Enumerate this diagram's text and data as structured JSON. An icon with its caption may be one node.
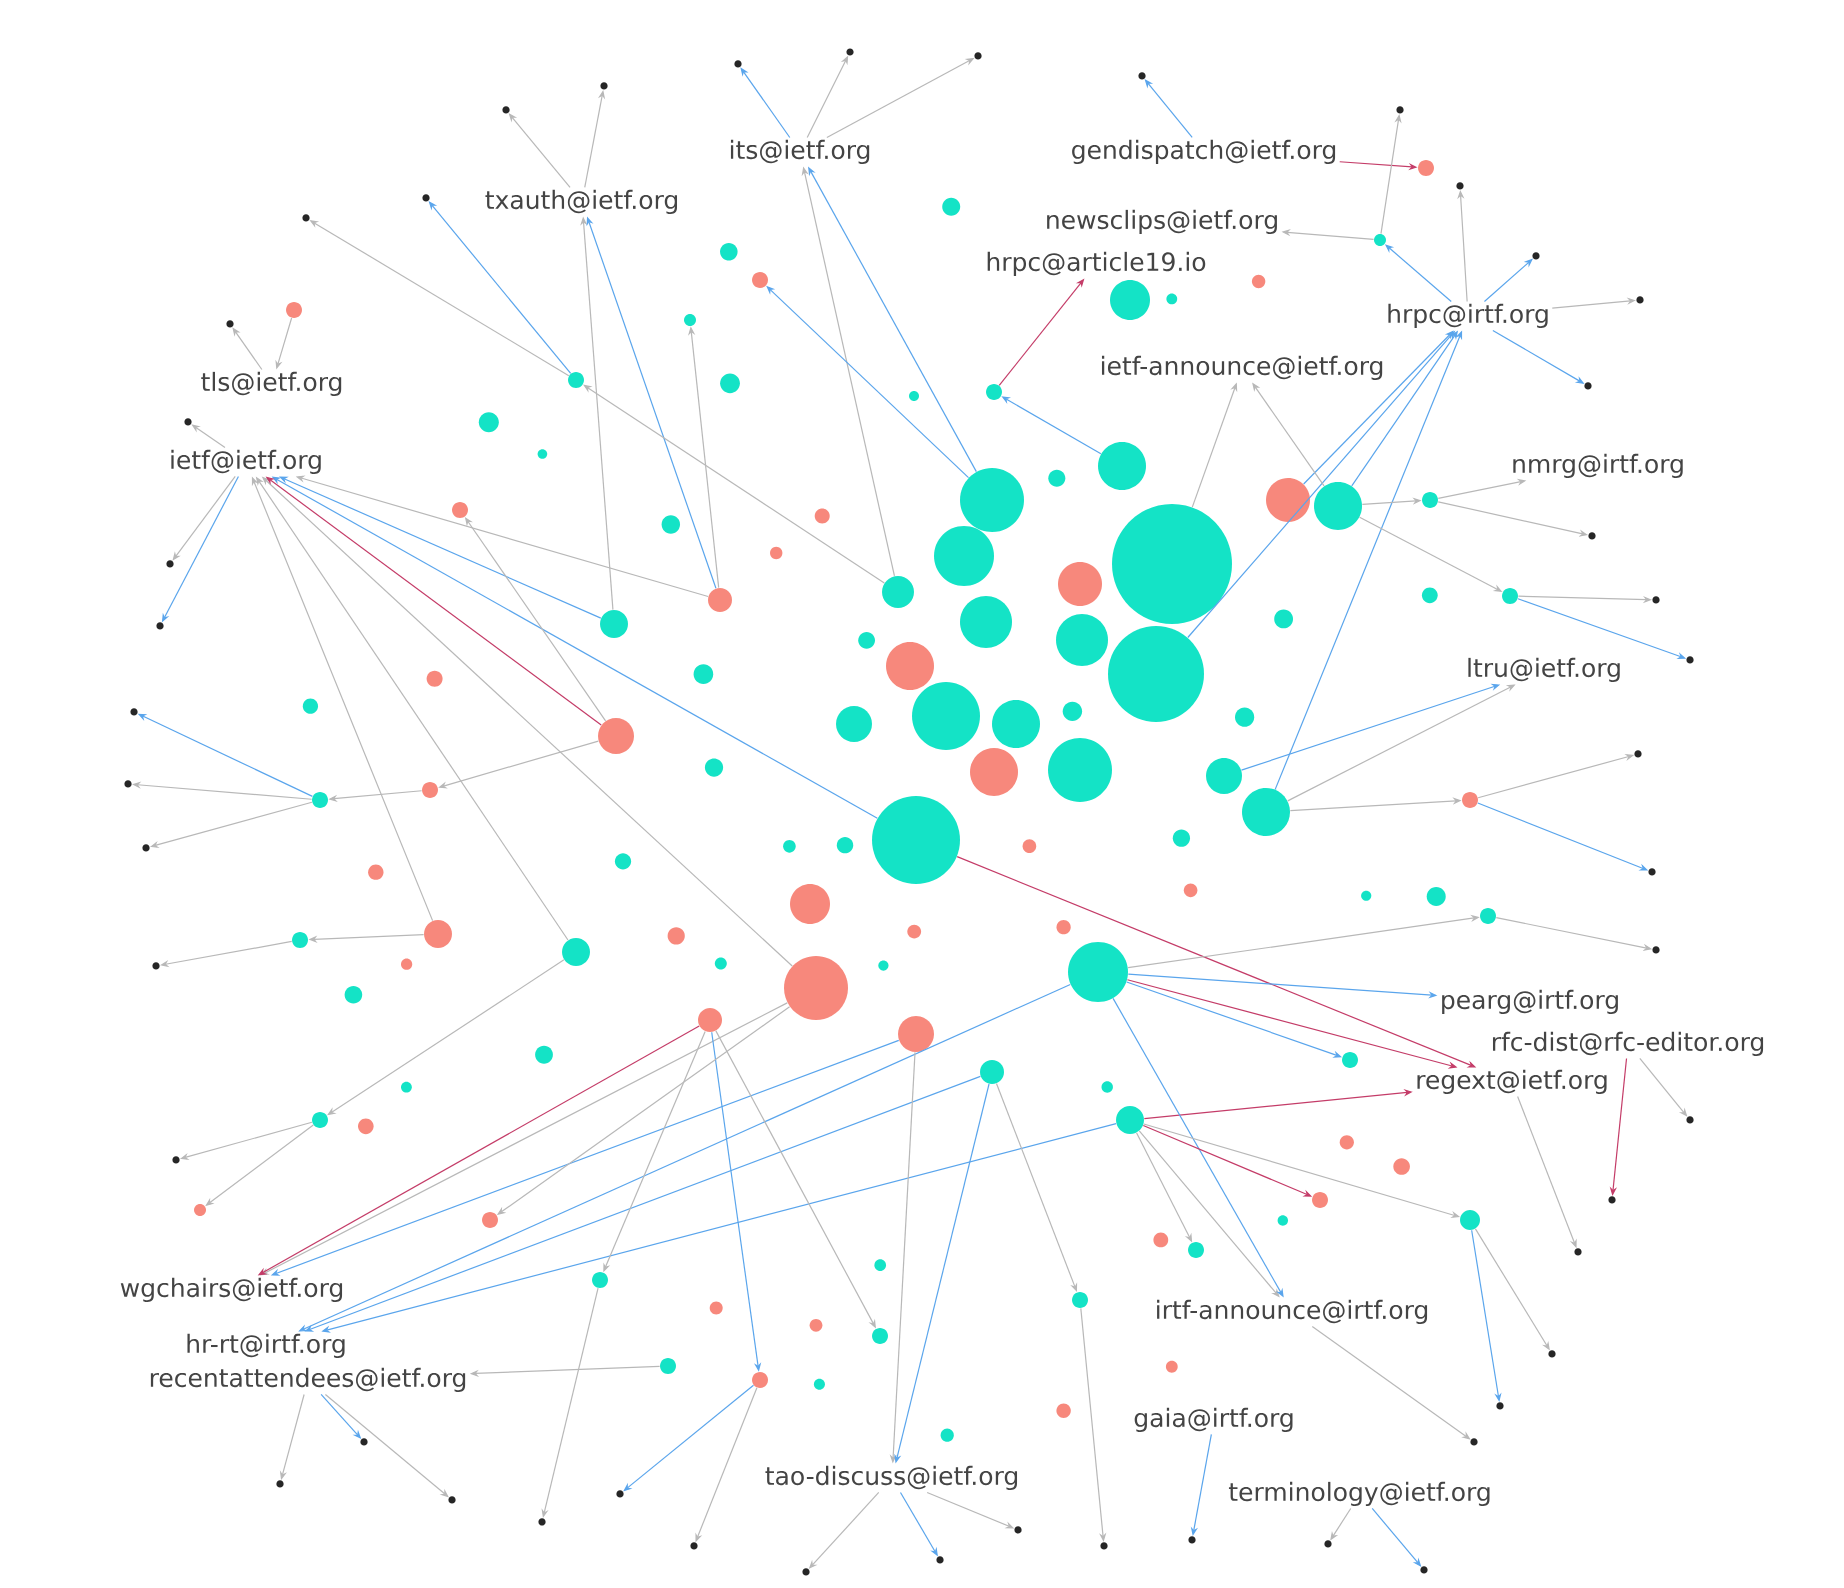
{
  "diagram": {
    "nodes": [
      {
        "text": [
          "its@ietf.org"
        ]
      },
      {
        "text": [
          "gendispatch@ietf.org"
        ]
      },
      {
        "text": [
          "txauth@ietf.org"
        ]
      },
      {
        "text": [
          "newsclips@ietf.org"
        ]
      },
      {
        "text": [
          "hrpc@article19.io"
        ]
      },
      {
        "text": [
          "hrpc@irtf.org"
        ]
      },
      {
        "text": [
          "ietf-announce@ietf.org"
        ]
      },
      {
        "text": [
          "tls@ietf.org"
        ]
      },
      {
        "text": [
          "ietf@ietf.org"
        ]
      },
      {
        "text": [
          "nmrg@irtf.org"
        ]
      },
      {
        "text": [
          "ltru@ietf.org"
        ]
      },
      {
        "text": [
          "pearg@irtf.org"
        ]
      },
      {
        "text": [
          "rfc-dist@rfc-editor.org"
        ]
      },
      {
        "text": [
          "regext@ietf.org"
        ]
      },
      {
        "text": [
          "wgchairs@ietf.org"
        ]
      },
      {
        "text": [
          "irtf-announce@irtf.org"
        ]
      },
      {
        "text": [
          "hr-rt@irtf.org"
        ]
      },
      {
        "text": [
          "recentattendees@ietf.org"
        ]
      },
      {
        "text": [
          "gaia@irtf.org"
        ]
      },
      {
        "text": [
          "tao-discuss@ietf.org"
        ]
      },
      {
        "text": [
          "terminology@ietf.org"
        ]
      },
      {
        "text": [],
        "shape": "circle"
      },
      {
        "text": [],
        "shape": "circle"
      },
      {
        "text": [],
        "shape": "circle"
      },
      {
        "text": [],
        "shape": "circle"
      },
      {
        "text": [],
        "shape": "circle"
      },
      {
        "text": [],
        "shape": "circle"
      },
      {
        "text": [],
        "shape": "circle"
      },
      {
        "text": [],
        "shape": "circle"
      },
      {
        "text": [],
        "shape": "circle"
      },
      {
        "text": [],
        "shape": "circle"
      },
      {
        "text": [],
        "shape": "circle"
      },
      {
        "text": [],
        "shape": "circle"
      },
      {
        "text": [],
        "shape": "circle"
      },
      {
        "text": [],
        "shape": "circle"
      },
      {
        "text": [],
        "shape": "circle"
      },
      {
        "text": [],
        "shape": "circle"
      },
      {
        "text": [],
        "shape": "circle"
      },
      {
        "text": [],
        "shape": "circle"
      },
      {
        "text": [],
        "shape": "circle"
      },
      {
        "text": [],
        "shape": "circle"
      },
      {
        "text": [],
        "shape": "circle"
      },
      {
        "text": [],
        "shape": "circle"
      },
      {
        "text": [],
        "shape": "circle"
      },
      {
        "text": [],
        "shape": "circle"
      },
      {
        "text": [],
        "shape": "circle"
      },
      {
        "text": [],
        "shape": "circle"
      },
      {
        "text": [],
        "shape": "circle"
      },
      {
        "text": [],
        "shape": "circle"
      },
      {
        "text": [],
        "shape": "circle"
      },
      {
        "text": [],
        "shape": "circle"
      },
      {
        "text": [],
        "shape": "circle"
      },
      {
        "text": [],
        "shape": "circle"
      },
      {
        "text": [],
        "shape": "circle"
      },
      {
        "text": [],
        "shape": "circle"
      },
      {
        "text": [],
        "shape": "circle"
      },
      {
        "text": [],
        "shape": "circle"
      },
      {
        "text": [],
        "shape": "circle"
      },
      {
        "text": [],
        "shape": "circle"
      },
      {
        "text": [],
        "shape": "circle"
      },
      {
        "text": [],
        "shape": "circle"
      },
      {
        "text": [],
        "shape": "circle"
      },
      {
        "text": [],
        "shape": "circle"
      },
      {
        "text": [],
        "shape": "circle"
      },
      {
        "text": [],
        "shape": "circle"
      },
      {
        "text": [],
        "shape": "circle"
      },
      {
        "text": [],
        "shape": "circle"
      },
      {
        "text": [],
        "shape": "circle"
      },
      {
        "text": [],
        "shape": "circle"
      },
      {
        "text": [],
        "shape": "circle"
      },
      {
        "text": [],
        "shape": "circle"
      },
      {
        "text": [],
        "shape": "circle"
      },
      {
        "text": [],
        "shape": "circle"
      },
      {
        "text": [],
        "shape": "circle"
      },
      {
        "text": [],
        "shape": "circle"
      },
      {
        "text": [],
        "shape": "circle"
      },
      {
        "text": [],
        "shape": "circle"
      },
      {
        "text": [],
        "shape": "circle"
      },
      {
        "text": [],
        "shape": "circle"
      },
      {
        "text": [],
        "shape": "circle"
      },
      {
        "text": [],
        "shape": "circle"
      },
      {
        "text": [],
        "shape": "circle"
      },
      {
        "text": [],
        "shape": "circle"
      },
      {
        "text": [],
        "shape": "circle"
      },
      {
        "text": [],
        "shape": "circle"
      },
      {
        "text": [],
        "shape": "circle"
      },
      {
        "text": [],
        "shape": "circle"
      },
      {
        "text": [],
        "shape": "circle"
      },
      {
        "text": [],
        "shape": "circle"
      },
      {
        "text": [],
        "shape": "circle"
      },
      {
        "text": [],
        "shape": "circle"
      },
      {
        "text": [],
        "shape": "circle"
      },
      {
        "text": [],
        "shape": "circle"
      },
      {
        "text": [],
        "shape": "circle"
      },
      {
        "text": [],
        "shape": "circle"
      },
      {
        "text": [],
        "shape": "circle"
      },
      {
        "text": [],
        "shape": "circle"
      },
      {
        "text": [],
        "shape": "circle"
      },
      {
        "text": [],
        "shape": "circle"
      },
      {
        "text": [],
        "shape": "circle"
      },
      {
        "text": [],
        "shape": "circle"
      },
      {
        "text": [],
        "shape": "circle"
      },
      {
        "text": [],
        "shape": "circle"
      },
      {
        "text": [],
        "shape": "circle"
      },
      {
        "text": [],
        "shape": "circle"
      },
      {
        "text": [],
        "shape": "circle"
      },
      {
        "text": [],
        "shape": "circle"
      },
      {
        "text": [],
        "shape": "circle"
      },
      {
        "text": [],
        "shape": "circle"
      },
      {
        "text": [],
        "shape": "circle"
      },
      {
        "text": [],
        "shape": "circle"
      },
      {
        "text": [],
        "shape": "circle"
      },
      {
        "text": [],
        "shape": "circle"
      },
      {
        "text": [],
        "shape": "circle"
      },
      {
        "text": [],
        "shape": "circle"
      },
      {
        "text": [],
        "shape": "circle"
      },
      {
        "text": [],
        "shape": "circle"
      },
      {
        "text": [],
        "shape": "circle"
      },
      {
        "text": [],
        "shape": "circle"
      },
      {
        "text": [],
        "shape": "circle"
      },
      {
        "text": [],
        "shape": "circle"
      },
      {
        "text": [],
        "shape": "circle"
      },
      {
        "text": [],
        "shape": "circle"
      },
      {
        "text": [],
        "shape": "circle"
      },
      {
        "text": [],
        "shape": "circle"
      },
      {
        "text": [],
        "shape": "circle"
      },
      {
        "text": [],
        "shape": "circle"
      },
      {
        "text": [],
        "shape": "circle"
      },
      {
        "text": [],
        "shape": "circle"
      },
      {
        "text": [],
        "shape": "circle"
      },
      {
        "text": [],
        "shape": "circle"
      },
      {
        "text": [],
        "shape": "circle"
      },
      {
        "text": [],
        "shape": "circle"
      },
      {
        "text": [],
        "shape": "circle"
      },
      {
        "text": [],
        "shape": "circle"
      },
      {
        "text": [],
        "shape": "circle"
      },
      {
        "text": [],
        "shape": "circle"
      },
      {
        "text": [],
        "shape": "circle"
      },
      {
        "text": [],
        "shape": "circle"
      },
      {
        "text": [],
        "shape": "circle"
      },
      {
        "text": [],
        "shape": "circle"
      },
      {
        "text": [],
        "shape": "circle"
      },
      {
        "text": [],
        "shape": "circle"
      },
      {
        "text": [],
        "shape": "circle"
      },
      {
        "text": [],
        "shape": "circle"
      },
      {
        "text": [],
        "shape": "circle"
      },
      {
        "text": [],
        "shape": "circle"
      },
      {
        "text": [],
        "shape": "circle"
      },
      {
        "text": [],
        "shape": "circle"
      },
      {
        "text": [],
        "shape": "circle"
      },
      {
        "text": [],
        "shape": "circle"
      },
      {
        "text": [],
        "shape": "circle"
      },
      {
        "text": [],
        "shape": "circle"
      },
      {
        "text": [],
        "shape": "circle"
      },
      {
        "text": [],
        "shape": "circle"
      },
      {
        "text": [],
        "shape": "circle"
      },
      {
        "text": [],
        "shape": "circle"
      },
      {
        "text": [],
        "shape": "circle"
      },
      {
        "text": [],
        "shape": "circle"
      },
      {
        "text": [],
        "shape": "circle"
      },
      {
        "text": [],
        "shape": "circle"
      },
      {
        "text": [],
        "shape": "circle"
      },
      {
        "text": [],
        "shape": "circle"
      },
      {
        "text": [],
        "shape": "circle"
      },
      {
        "text": [],
        "shape": "circle"
      },
      {
        "text": [],
        "shape": "circle"
      },
      {
        "text": [],
        "shape": "circle"
      },
      {
        "text": [],
        "shape": "circle"
      },
      {
        "text": [],
        "shape": "circle"
      },
      {
        "text": [],
        "shape": "circle"
      },
      {
        "text": [],
        "shape": "circle"
      },
      {
        "text": [],
        "shape": "circle"
      },
      {
        "text": [],
        "shape": "circle"
      },
      {
        "text": [],
        "shape": "circle"
      },
      {
        "text": [],
        "shape": "circle"
      },
      {
        "text": [],
        "shape": "circle"
      },
      {
        "text": [],
        "shape": "circle"
      },
      {
        "text": [],
        "shape": "circle"
      },
      {
        "text": [],
        "shape": "circle"
      },
      {
        "text": [],
        "shape": "circle"
      }
    ],
    "edges": [
      {
        "from": 39,
        "to": 8,
        "arrow": "to"
      },
      {
        "from": 30,
        "to": 8,
        "arrow": "to",
        "color": "#5aa5ec"
      },
      {
        "from": 53,
        "to": 8,
        "arrow": "to"
      },
      {
        "from": 43,
        "to": 8,
        "arrow": "to",
        "color": "#c43c68"
      },
      {
        "from": 46,
        "to": 8,
        "arrow": "to"
      },
      {
        "from": 47,
        "to": 8,
        "arrow": "to"
      },
      {
        "from": 48,
        "to": 8,
        "arrow": "to",
        "color": "#5aa5ec"
      },
      {
        "from": 26,
        "to": 5,
        "arrow": "to",
        "color": "#5aa5ec"
      },
      {
        "from": 40,
        "to": 5,
        "arrow": "to",
        "color": "#5aa5ec"
      },
      {
        "from": 33,
        "to": 5,
        "arrow": "to",
        "color": "#5aa5ec"
      },
      {
        "from": 22,
        "to": 5,
        "arrow": "to",
        "color": "#5aa5ec"
      },
      {
        "from": 30,
        "to": 13,
        "arrow": "to",
        "color": "#c43c68"
      },
      {
        "from": 32,
        "to": 13,
        "arrow": "to",
        "color": "#c43c68"
      },
      {
        "from": 49,
        "to": 13,
        "arrow": "to",
        "color": "#c43c68"
      },
      {
        "from": 23,
        "to": 0,
        "arrow": "to",
        "color": "#5aa5ec"
      },
      {
        "from": 50,
        "to": 0,
        "arrow": "to"
      },
      {
        "from": 1,
        "to": 55,
        "arrow": "to",
        "color": "#c43c68"
      },
      {
        "from": 48,
        "to": 2,
        "arrow": "to"
      },
      {
        "from": 53,
        "to": 2,
        "arrow": "to",
        "color": "#5aa5ec"
      },
      {
        "from": 65,
        "to": 4,
        "arrow": "to",
        "color": "#c43c68"
      },
      {
        "from": 26,
        "to": 6,
        "arrow": "to"
      },
      {
        "from": 21,
        "to": 6,
        "arrow": "to"
      },
      {
        "from": 56,
        "to": 7,
        "arrow": "to"
      },
      {
        "from": 67,
        "to": 9,
        "arrow": "to"
      },
      {
        "from": 45,
        "to": 10,
        "arrow": "to",
        "color": "#5aa5ec"
      },
      {
        "from": 33,
        "to": 10,
        "arrow": "to"
      },
      {
        "from": 32,
        "to": 11,
        "arrow": "to",
        "color": "#5aa5ec"
      },
      {
        "from": 12,
        "to": 54,
        "arrow": "to",
        "color": "#c43c68"
      },
      {
        "from": 39,
        "to": 14,
        "arrow": "to"
      },
      {
        "from": 42,
        "to": 14,
        "arrow": "to",
        "color": "#5aa5ec"
      },
      {
        "from": 51,
        "to": 14,
        "arrow": "to",
        "color": "#c43c68"
      },
      {
        "from": 49,
        "to": 15,
        "arrow": "to"
      },
      {
        "from": 32,
        "to": 15,
        "arrow": "to",
        "color": "#5aa5ec"
      },
      {
        "from": 52,
        "to": 16,
        "arrow": "to",
        "color": "#5aa5ec"
      },
      {
        "from": 49,
        "to": 16,
        "arrow": "to",
        "color": "#5aa5ec"
      },
      {
        "from": 32,
        "to": 16,
        "arrow": "to",
        "color": "#5aa5ec"
      },
      {
        "from": 57,
        "to": 17,
        "arrow": "to"
      },
      {
        "from": 18,
        "to": 58,
        "arrow": "to",
        "color": "#5aa5ec"
      },
      {
        "from": 42,
        "to": 19,
        "arrow": "to"
      },
      {
        "from": 52,
        "to": 19,
        "arrow": "to",
        "color": "#5aa5ec"
      },
      {
        "from": 20,
        "to": 59,
        "arrow": "to",
        "color": "#5aa5ec"
      },
      {
        "from": 83,
        "to": 60,
        "arrow": "to"
      },
      {
        "from": 43,
        "to": 61,
        "arrow": "to"
      },
      {
        "from": 50,
        "to": 62,
        "arrow": "to"
      },
      {
        "from": 53,
        "to": 63,
        "arrow": "to"
      },
      {
        "from": 23,
        "to": 64,
        "arrow": "to",
        "color": "#5aa5ec"
      },
      {
        "from": 25,
        "to": 65,
        "arrow": "to",
        "color": "#5aa5ec"
      },
      {
        "from": 5,
        "to": 66,
        "arrow": "to",
        "color": "#5aa5ec"
      },
      {
        "from": 66,
        "to": 3,
        "arrow": "to"
      },
      {
        "from": 26,
        "to": 67,
        "arrow": "to"
      },
      {
        "from": 26,
        "to": 68,
        "arrow": "to"
      },
      {
        "from": 33,
        "to": 69,
        "arrow": "to"
      },
      {
        "from": 32,
        "to": 70,
        "arrow": "to"
      },
      {
        "from": 32,
        "to": 71,
        "arrow": "to",
        "color": "#5aa5ec"
      },
      {
        "from": 49,
        "to": 72,
        "arrow": "to"
      },
      {
        "from": 49,
        "to": 73,
        "arrow": "to",
        "color": "#c43c68"
      },
      {
        "from": 49,
        "to": 74,
        "arrow": "to"
      },
      {
        "from": 52,
        "to": 75,
        "arrow": "to"
      },
      {
        "from": 51,
        "to": 76,
        "arrow": "to"
      },
      {
        "from": 51,
        "to": 77,
        "arrow": "to",
        "color": "#5aa5ec"
      },
      {
        "from": 51,
        "to": 78,
        "arrow": "to"
      },
      {
        "from": 39,
        "to": 79,
        "arrow": "to"
      },
      {
        "from": 46,
        "to": 80,
        "arrow": "to"
      },
      {
        "from": 80,
        "to": 81,
        "arrow": "to"
      },
      {
        "from": 47,
        "to": 82,
        "arrow": "to"
      },
      {
        "from": 43,
        "to": 83,
        "arrow": "to"
      },
      {
        "from": 0,
        "to": 84,
        "arrow": "to"
      },
      {
        "from": 0,
        "to": 85,
        "arrow": "to"
      },
      {
        "from": 1,
        "to": 86,
        "arrow": "to",
        "color": "#5aa5ec"
      },
      {
        "from": 66,
        "to": 87,
        "arrow": "to"
      },
      {
        "from": 5,
        "to": 88,
        "arrow": "to"
      },
      {
        "from": 5,
        "to": 89,
        "arrow": "to",
        "color": "#5aa5ec"
      },
      {
        "from": 5,
        "to": 90,
        "arrow": "to",
        "color": "#5aa5ec"
      },
      {
        "from": 67,
        "to": 91,
        "arrow": "to"
      },
      {
        "from": 68,
        "to": 92,
        "arrow": "to"
      },
      {
        "from": 69,
        "to": 93,
        "arrow": "to"
      },
      {
        "from": 69,
        "to": 94,
        "arrow": "to",
        "color": "#5aa5ec"
      },
      {
        "from": 70,
        "to": 95,
        "arrow": "to"
      },
      {
        "from": 12,
        "to": 96,
        "arrow": "to"
      },
      {
        "from": 13,
        "to": 97,
        "arrow": "to"
      },
      {
        "from": 72,
        "to": 98,
        "arrow": "to"
      },
      {
        "from": 72,
        "to": 99,
        "arrow": "to",
        "color": "#5aa5ec"
      },
      {
        "from": 15,
        "to": 100,
        "arrow": "to"
      },
      {
        "from": 20,
        "to": 101,
        "arrow": "to"
      },
      {
        "from": 75,
        "to": 102,
        "arrow": "to"
      },
      {
        "from": 19,
        "to": 103,
        "arrow": "to"
      },
      {
        "from": 19,
        "to": 104,
        "arrow": "to",
        "color": "#5aa5ec"
      },
      {
        "from": 19,
        "to": 105,
        "arrow": "to"
      },
      {
        "from": 77,
        "to": 106,
        "arrow": "to"
      },
      {
        "from": 77,
        "to": 107,
        "arrow": "to",
        "color": "#5aa5ec"
      },
      {
        "from": 78,
        "to": 108,
        "arrow": "to"
      },
      {
        "from": 17,
        "to": 109,
        "arrow": "to"
      },
      {
        "from": 17,
        "to": 110,
        "arrow": "to",
        "color": "#5aa5ec"
      },
      {
        "from": 80,
        "to": 111,
        "arrow": "to"
      },
      {
        "from": 82,
        "to": 112,
        "arrow": "to"
      },
      {
        "from": 60,
        "to": 113,
        "arrow": "to"
      },
      {
        "from": 60,
        "to": 114,
        "arrow": "to",
        "color": "#5aa5ec"
      },
      {
        "from": 8,
        "to": 115,
        "arrow": "to",
        "color": "#5aa5ec"
      },
      {
        "from": 8,
        "to": 116,
        "arrow": "to"
      },
      {
        "from": 8,
        "to": 117,
        "arrow": "to"
      },
      {
        "from": 7,
        "to": 118,
        "arrow": "to"
      },
      {
        "from": 62,
        "to": 119,
        "arrow": "to"
      },
      {
        "from": 62,
        "to": 120,
        "arrow": "to",
        "color": "#5aa5ec"
      },
      {
        "from": 2,
        "to": 121,
        "arrow": "to"
      },
      {
        "from": 2,
        "to": 122,
        "arrow": "to"
      },
      {
        "from": 0,
        "to": 123,
        "arrow": "to",
        "color": "#5aa5ec"
      },
      {
        "from": 5,
        "to": 124,
        "arrow": "to"
      },
      {
        "from": 17,
        "to": 125,
        "arrow": "to"
      },
      {
        "from": 60,
        "to": 126,
        "arrow": "to"
      },
      {
        "from": 68,
        "to": 127,
        "arrow": "to",
        "color": "#5aa5ec"
      }
    ]
  }
}
